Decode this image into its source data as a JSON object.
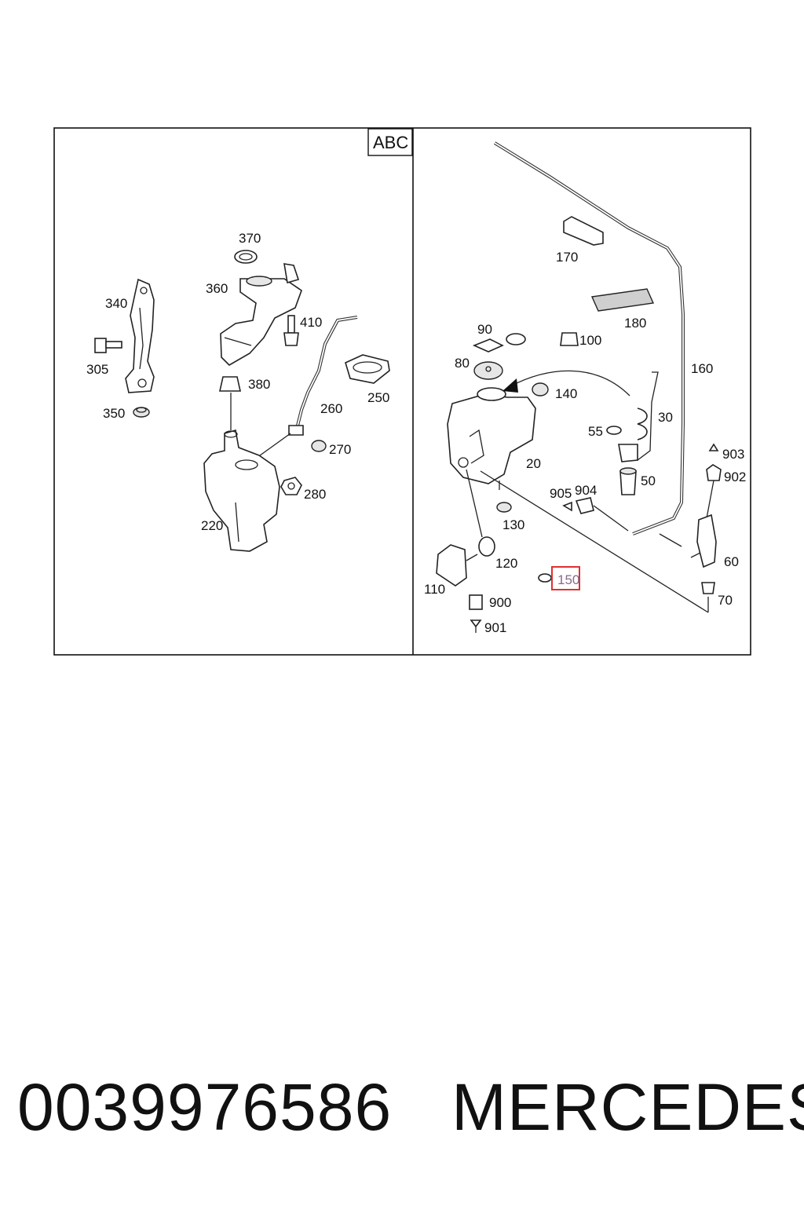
{
  "diagram": {
    "panel_tag": "ABC",
    "highlight_color": "#e03030",
    "left_panel": {
      "labels": {
        "l370": "370",
        "l360": "360",
        "l340": "340",
        "l410": "410",
        "l305": "305",
        "l380": "380",
        "l250": "250",
        "l260": "260",
        "l350": "350",
        "l270": "270",
        "l280": "280",
        "l220": "220"
      }
    },
    "right_panel": {
      "labels": {
        "l170": "170",
        "l180": "180",
        "l90": "90",
        "l100": "100",
        "l80": "80",
        "l160": "160",
        "l140": "140",
        "l30": "30",
        "l55": "55",
        "l20": "20",
        "l50": "50",
        "l903": "903",
        "l902": "902",
        "l905": "905",
        "l904": "904",
        "l130": "130",
        "l60": "60",
        "l120": "120",
        "l150": "150",
        "l110": "110",
        "l70": "70",
        "l900": "900",
        "l901": "901"
      },
      "highlighted_label": "150"
    }
  },
  "footer": {
    "part_number": "0039976586",
    "brand": "MERCEDES"
  }
}
